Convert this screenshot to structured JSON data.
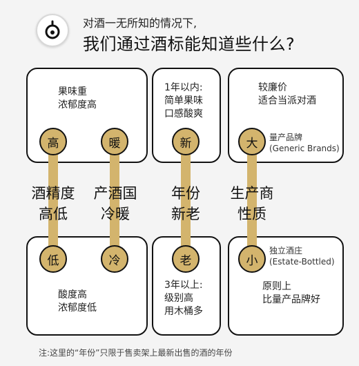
{
  "header": {
    "line1": "对酒一无所知的情况下,",
    "line2": "我们通过酒标能知道些什么?"
  },
  "columns": [
    {
      "top_circle": "高",
      "bottom_circle": "低",
      "label_line1": "酒精度",
      "label_line2": "高低"
    },
    {
      "top_circle": "暖",
      "bottom_circle": "冷",
      "label_line1": "产酒国",
      "label_line2": "冷暖"
    },
    {
      "top_circle": "新",
      "bottom_circle": "老",
      "label_line1": "年份",
      "label_line2": "新老"
    },
    {
      "top_circle": "大",
      "bottom_circle": "小",
      "label_line1": "生产商",
      "label_line2": "性质"
    }
  ],
  "boxes": {
    "top_left": {
      "line1": "果味重",
      "line2": "浓郁度高"
    },
    "bottom_left": {
      "line1": "酸度高",
      "line2": "浓郁度低"
    },
    "top_mid": {
      "line1": "1年以内:",
      "line2": "简单果味",
      "line3": "口感酸爽"
    },
    "bottom_mid": {
      "line1": "3年以上:",
      "line2": "级别高",
      "line3": "用木桶多"
    },
    "top_right": {
      "line1": "较廉价",
      "line2": "适合当派对酒",
      "tag_line1": "量产品牌",
      "tag_line2": "(Generic Brands)"
    },
    "bottom_right": {
      "tag_line1": "独立酒庄",
      "tag_line2": "(Estate-Bottled)",
      "line1": "原则上",
      "line2": "比量产品牌好"
    }
  },
  "footnote": "注:这里的“年份”只限于售卖架上最新出售的酒的年份",
  "colors": {
    "accent": "#d3b46d",
    "border": "#111111",
    "background": "#f4f4f4"
  },
  "icon": "wine-glass-logo-icon"
}
